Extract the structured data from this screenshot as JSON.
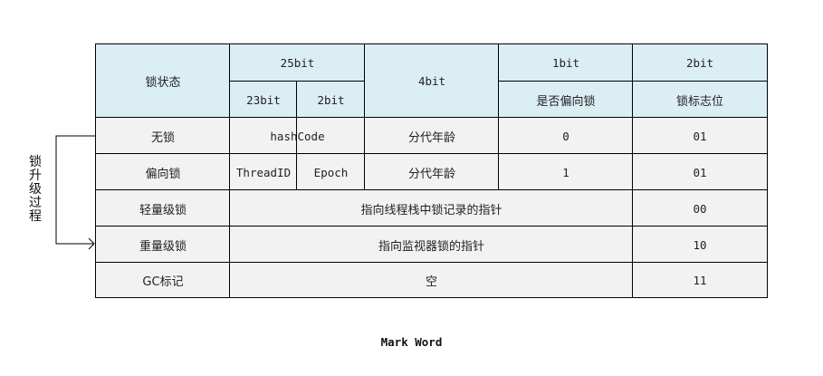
{
  "colors": {
    "header_bg": "#dbeef4",
    "body_bg": "#f2f2f2",
    "border": "#000000"
  },
  "header": {
    "lock_state": "锁状态",
    "bits25": "25bit",
    "bits23": "23bit",
    "bits2a": "2bit",
    "bits4": "4bit",
    "bits1": "1bit",
    "bits2b": "2bit",
    "biased_flag": "是否偏向锁",
    "lock_flag": "锁标志位"
  },
  "rows": {
    "unlocked": {
      "state": "无锁",
      "content": "hashCode",
      "age": "分代年龄",
      "biased": "0",
      "flag": "01"
    },
    "biased": {
      "state": "偏向锁",
      "thread": "ThreadID",
      "epoch": "Epoch",
      "age": "分代年龄",
      "biased": "1",
      "flag": "01"
    },
    "lightweight": {
      "state": "轻量级锁",
      "content": "指向线程栈中锁记录的指针",
      "flag": "00"
    },
    "heavyweight": {
      "state": "重量级锁",
      "content": "指向监视器锁的指针",
      "flag": "10"
    },
    "gc": {
      "state": "GC标记",
      "content": "空",
      "flag": "11"
    }
  },
  "side_label": [
    "锁",
    "升",
    "级",
    "过",
    "程"
  ],
  "caption": "Mark Word"
}
